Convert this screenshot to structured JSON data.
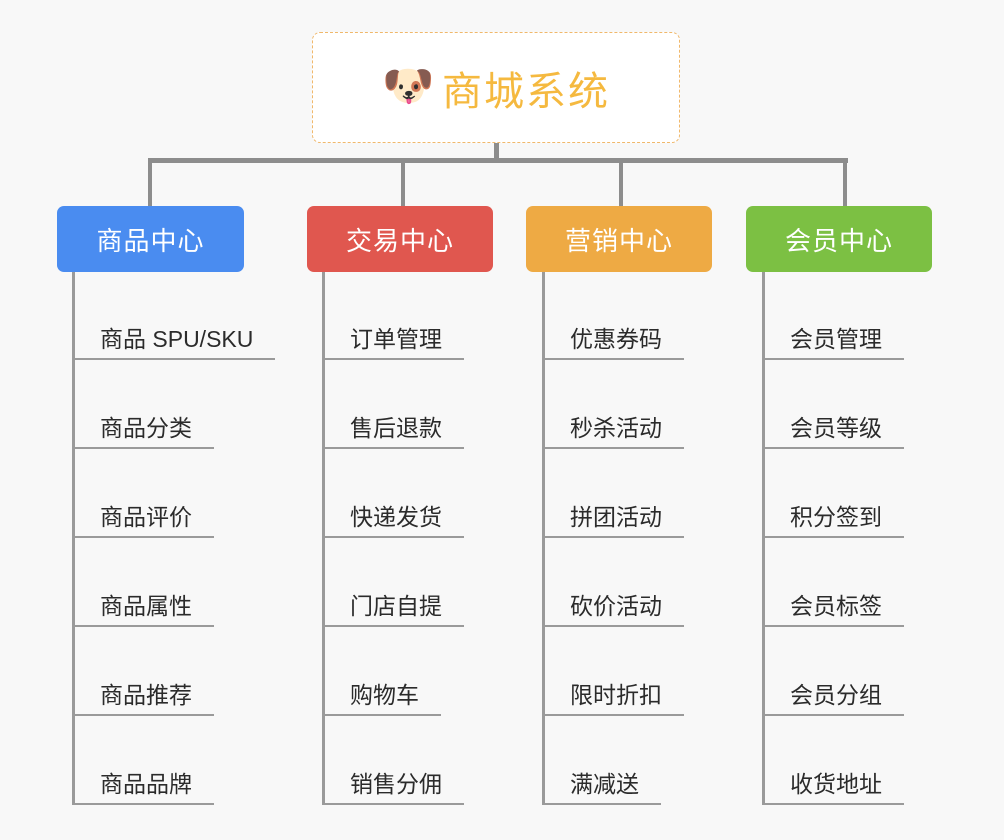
{
  "root": {
    "icon": "dog-face-icon",
    "emoji": "🐶",
    "title": "商城系统",
    "title_color": "#f5b93f",
    "border_color": "#f0b86b"
  },
  "connector_color": "#8d8d8d",
  "background_color": "#f8f8f8",
  "columns": [
    {
      "id": "product-center",
      "label": "商品中心",
      "color": "#4a8cf0",
      "items": [
        {
          "label": "商品 SPU/SKU"
        },
        {
          "label": "商品分类"
        },
        {
          "label": "商品评价"
        },
        {
          "label": "商品属性"
        },
        {
          "label": "商品推荐"
        },
        {
          "label": "商品品牌"
        }
      ]
    },
    {
      "id": "trade-center",
      "label": "交易中心",
      "color": "#e0574f",
      "items": [
        {
          "label": "订单管理"
        },
        {
          "label": "售后退款"
        },
        {
          "label": "快递发货"
        },
        {
          "label": "门店自提"
        },
        {
          "label": "购物车"
        },
        {
          "label": "销售分佣"
        }
      ]
    },
    {
      "id": "marketing-center",
      "label": "营销中心",
      "color": "#eeaa44",
      "items": [
        {
          "label": "优惠券码"
        },
        {
          "label": "秒杀活动"
        },
        {
          "label": "拼团活动"
        },
        {
          "label": "砍价活动"
        },
        {
          "label": "限时折扣"
        },
        {
          "label": "满减送"
        }
      ]
    },
    {
      "id": "member-center",
      "label": "会员中心",
      "color": "#7cc043",
      "items": [
        {
          "label": "会员管理"
        },
        {
          "label": "会员等级"
        },
        {
          "label": "积分签到"
        },
        {
          "label": "会员标签"
        },
        {
          "label": "会员分组"
        },
        {
          "label": "收货地址"
        }
      ]
    }
  ]
}
